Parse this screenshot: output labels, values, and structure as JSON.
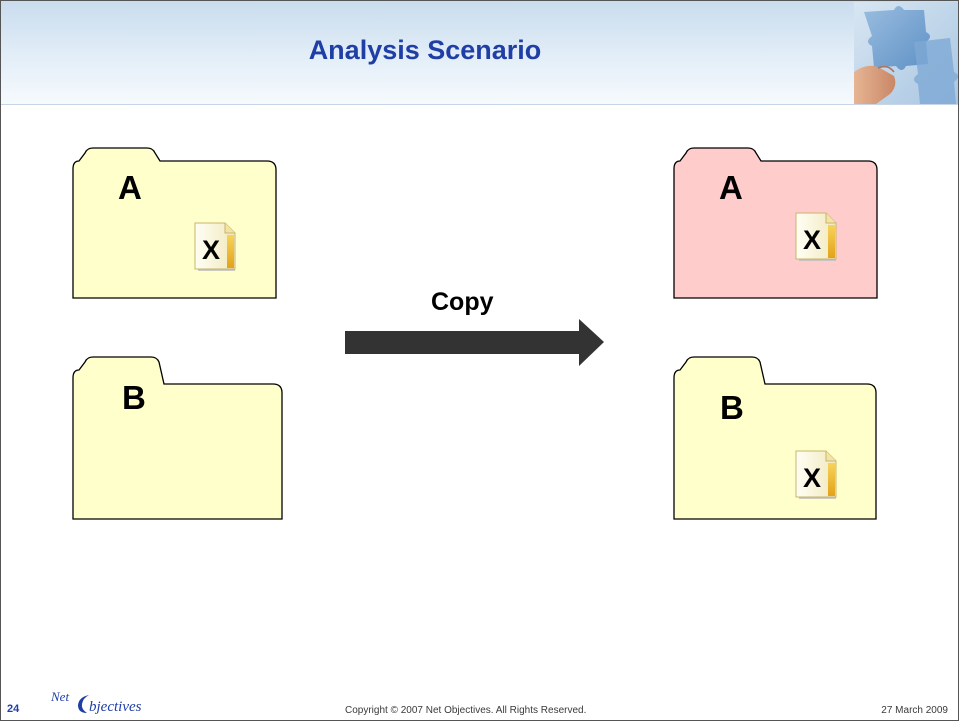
{
  "slide": {
    "title": "Analysis Scenario",
    "page_number": "24",
    "copyright": "Copyright © 2007 Net Objectives. All Rights Reserved.",
    "date": "27 March 2009",
    "logo": {
      "text_net": "Net",
      "text_objectives": "bjectives"
    }
  },
  "diagram": {
    "left": {
      "folder_a": {
        "label": "A",
        "file_label": "X",
        "fill": "#ffffcc"
      },
      "folder_b": {
        "label": "B",
        "fill": "#ffffcc"
      }
    },
    "arrow": {
      "label": "Copy",
      "color": "#333333"
    },
    "right": {
      "folder_a": {
        "label": "A",
        "file_label": "X",
        "fill": "#ffcccc"
      },
      "folder_b": {
        "label": "B",
        "file_label": "X",
        "fill": "#ffffcc"
      }
    }
  },
  "colors": {
    "title": "#1f3fa6",
    "folder_stroke": "#000000",
    "highlight_folder": "#ffcccc",
    "folder": "#ffffcc"
  },
  "icons": [
    "puzzle-image",
    "excel-file-icon",
    "arrow-right-icon",
    "folder-icon"
  ]
}
